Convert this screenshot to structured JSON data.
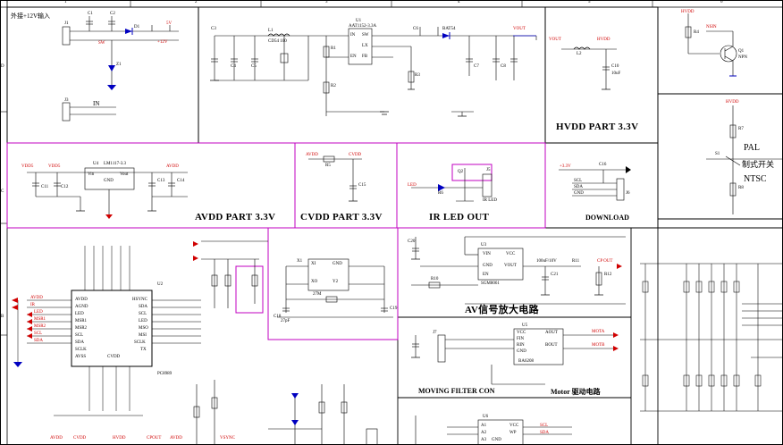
{
  "ruler": {
    "cols": [
      "1",
      "2",
      "3",
      "4",
      "5",
      "6"
    ],
    "rows": [
      "D",
      "C",
      "B"
    ]
  },
  "sections": {
    "power_in": {
      "note": "外接+12V输入",
      "conn1": "J1",
      "conn2": "J3",
      "in_label": "IN",
      "sw": "SW",
      "diode": "D1",
      "zener": "Z1",
      "cap1": "C1",
      "cap2": "C2",
      "net_12v": "+12V",
      "net_5v": "5V"
    },
    "regulator": {
      "chip": "U1",
      "part": "AAT1152-3.3A",
      "inductor": "L1",
      "ind_val": "CD54 100",
      "pins": [
        "IN",
        "SW",
        "EN",
        "FB",
        "LX"
      ],
      "caps": [
        "C3",
        "C4",
        "C5",
        "C6",
        "C7",
        "C8"
      ],
      "diode": "BAT54",
      "out_net": "VOUT",
      "res": [
        "R1",
        "R2",
        "R3"
      ]
    },
    "hvdd": {
      "title": "HVDD PART 3.3V",
      "in_net": "VOUT",
      "out_net": "HVDD",
      "ind": "L2",
      "cap": "C10",
      "cap_val": "10uF"
    },
    "transistor": {
      "net": "HVDD",
      "res": "R4",
      "q": "Q1",
      "q_type": "NPN",
      "net_out": "NSIN"
    },
    "avdd": {
      "title": "AVDD PART 3.3V",
      "chip": "U4",
      "part": "LM1117-3.3",
      "pins": [
        "Vin",
        "GND",
        "Vout"
      ],
      "in_net": "VDD5",
      "out_net": "AVDD",
      "caps": [
        "C11",
        "C12",
        "C13",
        "C14"
      ]
    },
    "cvdd": {
      "title": "CVDD PART 3.3V",
      "in_net": "AVDD",
      "out_net": "CVDD",
      "res": "R5",
      "cap": "C15"
    },
    "ir_led": {
      "title": "IR LED OUT",
      "led": "LED",
      "q": "Q2",
      "conn": "J5",
      "res": "R6",
      "part": "IR LED"
    },
    "download": {
      "title": "DOWNLOAD",
      "net": "+3.3V",
      "conn": "J6",
      "pins": [
        "SCL",
        "SDA",
        "GND"
      ],
      "cap": "C16"
    },
    "pal": {
      "labels": [
        "PAL",
        "制式开关",
        "NTSC"
      ],
      "sw": "S1",
      "net": "HVDD",
      "res": "R7",
      "res2": "R8"
    },
    "mcu": {
      "chip": "U2",
      "part": "PC8989",
      "left_pins": [
        "AVDD",
        "AGND",
        "LED",
        "MSR1",
        "MSR2",
        "SCL",
        "SDA",
        "SCLK",
        "AVSS",
        "CVDD"
      ],
      "right_pins": [
        "HSYNC",
        "SDA",
        "SCL",
        "LED",
        "MSO",
        "MSI",
        "SCLK",
        "TX"
      ],
      "nets": [
        "AVDD",
        "IR",
        "LED",
        "MSR1",
        "MSR2",
        "SCL",
        "SDA"
      ]
    },
    "crystal": {
      "chip": "X1",
      "part": "27M",
      "pins": [
        "XI",
        "XO",
        "GND",
        "Y2"
      ],
      "caps": [
        "C18",
        "C19"
      ],
      "cap_val": "27pF"
    },
    "av_amp": {
      "title": "AV信号放大电路",
      "chip": "U3",
      "part": "SGM8061",
      "pins": [
        "VIN",
        "GND",
        "VOUT",
        "EN",
        "VCC"
      ],
      "net_out": "CP OUT",
      "caps": [
        "C20",
        "C21"
      ],
      "res": [
        "R10",
        "R11",
        "R12"
      ],
      "cap_val": "100uF/10V"
    },
    "motor": {
      "title": "Motor 驱动电路",
      "chip": "U5",
      "part": "BA6208",
      "pins": [
        "VCC",
        "FIN",
        "RIN",
        "GND",
        "AOUT",
        "BOUT"
      ],
      "conn_title": "MOVING FILTER CON",
      "conn": "J7",
      "nets": [
        "MOTA",
        "MOTB"
      ]
    },
    "bottom": {
      "nets": [
        "AVDD",
        "CVDD",
        "HVDD",
        "VSYNC",
        "CPOUT",
        "AVDD"
      ],
      "chip": "U6",
      "pins": [
        "A1",
        "A2",
        "A3",
        "GND",
        "VCC",
        "WP",
        "SCL",
        "SDA"
      ]
    }
  }
}
